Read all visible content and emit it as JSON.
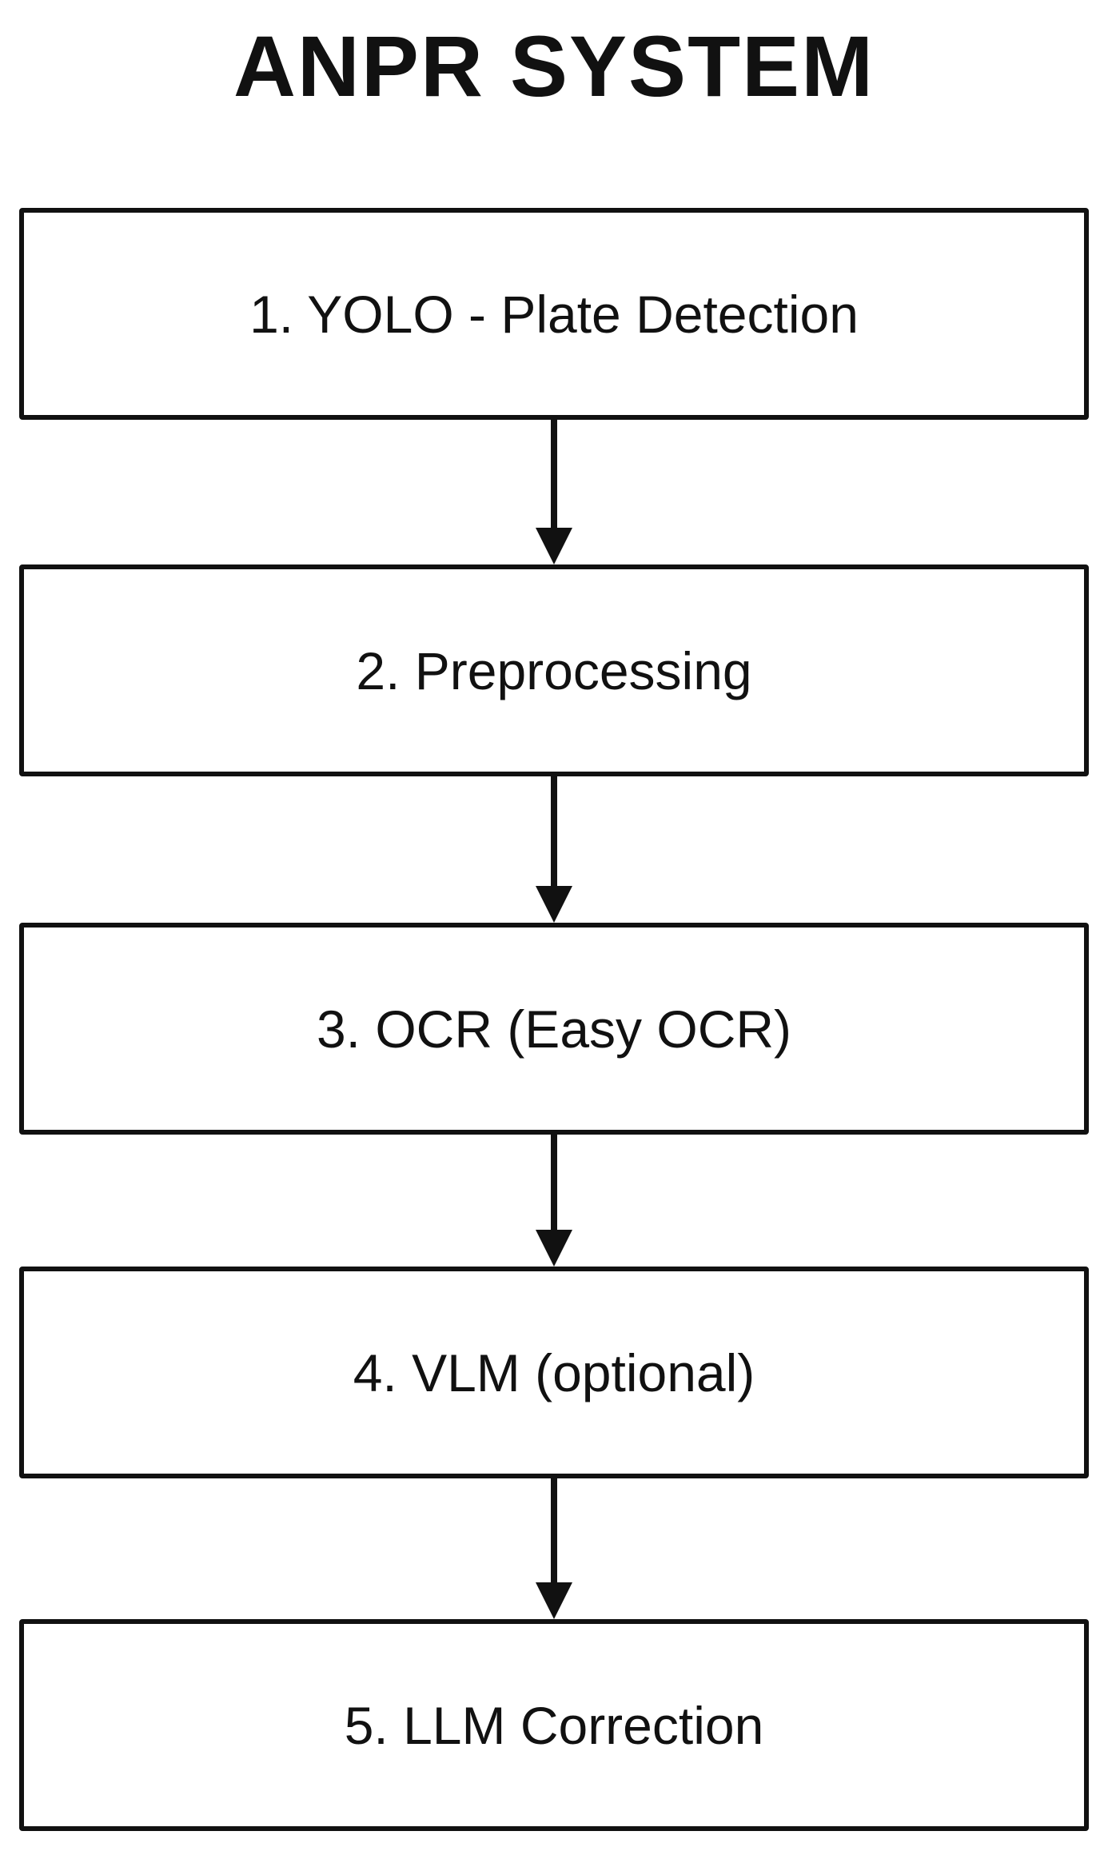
{
  "title": "ANPR SYSTEM",
  "steps": [
    {
      "label": "1. YOLO - Plate Detection"
    },
    {
      "label": "2. Preprocessing"
    },
    {
      "label": "3. OCR (Easy OCR)"
    },
    {
      "label": "4. VLM (optional)"
    },
    {
      "label": "5. LLM Correction"
    }
  ],
  "colors": {
    "stroke": "#111111",
    "background": "#ffffff"
  }
}
